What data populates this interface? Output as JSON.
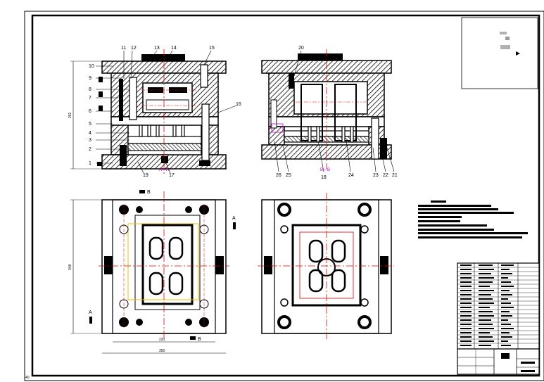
{
  "sheet": {
    "corner_mark": "40"
  },
  "views": {
    "section_a": {
      "balloons": [
        "10",
        "9",
        "8",
        "7",
        "6",
        "5",
        "4",
        "3",
        "2",
        "1",
        "11",
        "12",
        "13",
        "14",
        "15",
        "16",
        "19",
        "17"
      ],
      "height_dim": "261",
      "section_label": "A—A"
    },
    "section_b": {
      "balloons": [
        "20",
        "26",
        "25",
        "18",
        "24",
        "23",
        "22",
        "21"
      ],
      "section_label": "B—B"
    },
    "plan_fixed": {
      "width_dim_inner": "220",
      "width_dim_outer": "350",
      "height_dim": "348",
      "cut_mark_a": "A",
      "cut_mark_b": "B"
    }
  },
  "colors": {
    "outline": "#000000",
    "hatch": "#000000",
    "centerline": "#e00000",
    "section_label": "#d000d0",
    "cavity_accent": "#d4a000",
    "paper": "#ffffff"
  }
}
